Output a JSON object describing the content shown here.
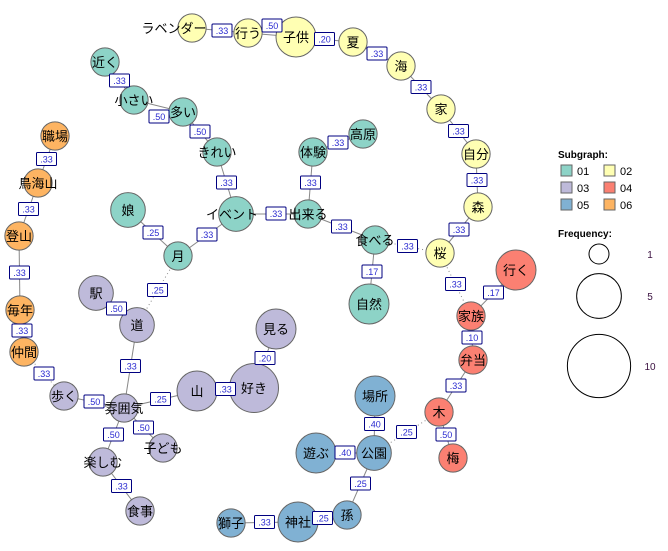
{
  "groups": {
    "01": "#8DD3C7",
    "02": "#FFFFB3",
    "03": "#BEBADA",
    "04": "#FB8072",
    "05": "#80B1D3",
    "06": "#FDB462"
  },
  "nodes": [
    {
      "id": "lavender",
      "label": "ラベンダー",
      "group": "02",
      "freq": 2
    },
    {
      "id": "okonau",
      "label": "行う",
      "group": "02",
      "freq": 2
    },
    {
      "id": "kodomo",
      "label": "子供",
      "group": "02",
      "freq": 4
    },
    {
      "id": "natsu",
      "label": "夏",
      "group": "02",
      "freq": 2
    },
    {
      "id": "umi",
      "label": "海",
      "group": "02",
      "freq": 2
    },
    {
      "id": "ie",
      "label": "家",
      "group": "02",
      "freq": 2
    },
    {
      "id": "jibun",
      "label": "自分",
      "group": "02",
      "freq": 2
    },
    {
      "id": "mori",
      "label": "森",
      "group": "02",
      "freq": 2
    },
    {
      "id": "sakura",
      "label": "桜",
      "group": "02",
      "freq": 2
    },
    {
      "id": "chikaku",
      "label": "近く",
      "group": "01",
      "freq": 2
    },
    {
      "id": "chiisai",
      "label": "小さい",
      "group": "01",
      "freq": 2
    },
    {
      "id": "ooi",
      "label": "多い",
      "group": "01",
      "freq": 2
    },
    {
      "id": "kirei",
      "label": "きれい",
      "group": "01",
      "freq": 2
    },
    {
      "id": "taiken",
      "label": "体験",
      "group": "01",
      "freq": 2
    },
    {
      "id": "kougen",
      "label": "高原",
      "group": "01",
      "freq": 2
    },
    {
      "id": "event",
      "label": "イベント",
      "group": "01",
      "freq": 3
    },
    {
      "id": "dekiru",
      "label": "出来る",
      "group": "01",
      "freq": 2
    },
    {
      "id": "musume",
      "label": "娘",
      "group": "01",
      "freq": 3
    },
    {
      "id": "tsuki",
      "label": "月",
      "group": "01",
      "freq": 2
    },
    {
      "id": "taberu",
      "label": "食べる",
      "group": "01",
      "freq": 2
    },
    {
      "id": "shizen",
      "label": "自然",
      "group": "01",
      "freq": 4
    },
    {
      "id": "shokuba",
      "label": "職場",
      "group": "06",
      "freq": 2
    },
    {
      "id": "chokaisan",
      "label": "鳥海山",
      "group": "06",
      "freq": 2
    },
    {
      "id": "tozan",
      "label": "登山",
      "group": "06",
      "freq": 2
    },
    {
      "id": "maitoshi",
      "label": "毎年",
      "group": "06",
      "freq": 2
    },
    {
      "id": "nakama",
      "label": "仲間",
      "group": "06",
      "freq": 2
    },
    {
      "id": "eki",
      "label": "駅",
      "group": "03",
      "freq": 3
    },
    {
      "id": "michi",
      "label": "道",
      "group": "03",
      "freq": 3
    },
    {
      "id": "miru",
      "label": "見る",
      "group": "03",
      "freq": 4
    },
    {
      "id": "yama",
      "label": "山",
      "group": "03",
      "freq": 4
    },
    {
      "id": "suki",
      "label": "好き",
      "group": "03",
      "freq": 6
    },
    {
      "id": "aruku",
      "label": "歩く",
      "group": "03",
      "freq": 2
    },
    {
      "id": "fun-iki",
      "label": "雰囲気",
      "group": "03",
      "freq": 2
    },
    {
      "id": "kodomo2",
      "label": "子ども",
      "group": "03",
      "freq": 2
    },
    {
      "id": "tanoshimu",
      "label": "楽しむ",
      "group": "03",
      "freq": 2
    },
    {
      "id": "shokuji",
      "label": "食事",
      "group": "03",
      "freq": 2
    },
    {
      "id": "iku",
      "label": "行く",
      "group": "04",
      "freq": 4
    },
    {
      "id": "kazoku",
      "label": "家族",
      "group": "04",
      "freq": 2
    },
    {
      "id": "bentou",
      "label": "弁当",
      "group": "04",
      "freq": 2
    },
    {
      "id": "ki",
      "label": "木",
      "group": "04",
      "freq": 2
    },
    {
      "id": "ume",
      "label": "梅",
      "group": "04",
      "freq": 2
    },
    {
      "id": "basho",
      "label": "場所",
      "group": "05",
      "freq": 4
    },
    {
      "id": "asobu",
      "label": "遊ぶ",
      "group": "05",
      "freq": 4
    },
    {
      "id": "kouen",
      "label": "公園",
      "group": "05",
      "freq": 3
    },
    {
      "id": "mago",
      "label": "孫",
      "group": "05",
      "freq": 2
    },
    {
      "id": "jinja",
      "label": "神社",
      "group": "05",
      "freq": 4
    },
    {
      "id": "shishi",
      "label": "獅子",
      "group": "05",
      "freq": 2
    }
  ],
  "edges": [
    {
      "s": "lavender",
      "t": "okonau",
      "w": ".33"
    },
    {
      "s": "okonau",
      "t": "kodomo",
      "w": ".50"
    },
    {
      "s": "kodomo",
      "t": "natsu",
      "w": ".20"
    },
    {
      "s": "natsu",
      "t": "umi",
      "w": ".33"
    },
    {
      "s": "umi",
      "t": "ie",
      "w": ".33"
    },
    {
      "s": "ie",
      "t": "jibun",
      "w": ".33"
    },
    {
      "s": "jibun",
      "t": "mori",
      "w": ".33"
    },
    {
      "s": "mori",
      "t": "sakura",
      "w": ".33"
    },
    {
      "s": "chikaku",
      "t": "chiisai",
      "w": ".33"
    },
    {
      "s": "chiisai",
      "t": "ooi",
      "w": ".50"
    },
    {
      "s": "ooi",
      "t": "kirei",
      "w": ".50"
    },
    {
      "s": "kirei",
      "t": "event",
      "w": ".33"
    },
    {
      "s": "event",
      "t": "dekiru",
      "w": ".33"
    },
    {
      "s": "taiken",
      "t": "kougen",
      "w": ".33"
    },
    {
      "s": "taiken",
      "t": "dekiru",
      "w": ".33"
    },
    {
      "s": "dekiru",
      "t": "taberu",
      "w": ".33"
    },
    {
      "s": "taberu",
      "t": "shizen",
      "w": ".17"
    },
    {
      "s": "musume",
      "t": "tsuki",
      "w": ".25"
    },
    {
      "s": "tsuki",
      "t": "event",
      "w": ".33"
    },
    {
      "s": "tsuki",
      "t": "michi",
      "w": ".25",
      "dotted": true
    },
    {
      "s": "taberu",
      "t": "sakura",
      "w": ".33",
      "dotted": true
    },
    {
      "s": "sakura",
      "t": "kazoku",
      "w": ".33",
      "dotted": true
    },
    {
      "s": "iku",
      "t": "kazoku",
      "w": ".17"
    },
    {
      "s": "kazoku",
      "t": "bentou",
      "w": ".10"
    },
    {
      "s": "bentou",
      "t": "ki",
      "w": ".33"
    },
    {
      "s": "ki",
      "t": "ume",
      "w": ".50"
    },
    {
      "s": "ki",
      "t": "kouen",
      "w": ".25",
      "dotted": true
    },
    {
      "s": "basho",
      "t": "kouen",
      "w": ".40"
    },
    {
      "s": "asobu",
      "t": "kouen",
      "w": ".40"
    },
    {
      "s": "kouen",
      "t": "mago",
      "w": ".25"
    },
    {
      "s": "mago",
      "t": "jinja",
      "w": ".25"
    },
    {
      "s": "shishi",
      "t": "jinja",
      "w": ".33"
    },
    {
      "s": "shokuba",
      "t": "chokaisan",
      "w": ".33"
    },
    {
      "s": "chokaisan",
      "t": "tozan",
      "w": ".33"
    },
    {
      "s": "tozan",
      "t": "maitoshi",
      "w": ".33"
    },
    {
      "s": "maitoshi",
      "t": "nakama",
      "w": ".33"
    },
    {
      "s": "nakama",
      "t": "aruku",
      "w": ".33",
      "dotted": true
    },
    {
      "s": "eki",
      "t": "michi",
      "w": ".50"
    },
    {
      "s": "michi",
      "t": "fun-iki",
      "w": ".33"
    },
    {
      "s": "aruku",
      "t": "fun-iki",
      "w": ".50"
    },
    {
      "s": "fun-iki",
      "t": "yama",
      "w": ".25"
    },
    {
      "s": "yama",
      "t": "suki",
      "w": ".33"
    },
    {
      "s": "suki",
      "t": "miru",
      "w": ".20"
    },
    {
      "s": "fun-iki",
      "t": "kodomo2",
      "w": ".50"
    },
    {
      "s": "fun-iki",
      "t": "tanoshimu",
      "w": ".50"
    },
    {
      "s": "tanoshimu",
      "t": "shokuji",
      "w": ".33"
    }
  ],
  "legend": {
    "subgraph_title": "Subgraph:",
    "subgraph_items": [
      "01",
      "02",
      "03",
      "04",
      "05",
      "06"
    ],
    "frequency_title": "Frequency:",
    "frequency_items": [
      1,
      5,
      10
    ]
  }
}
